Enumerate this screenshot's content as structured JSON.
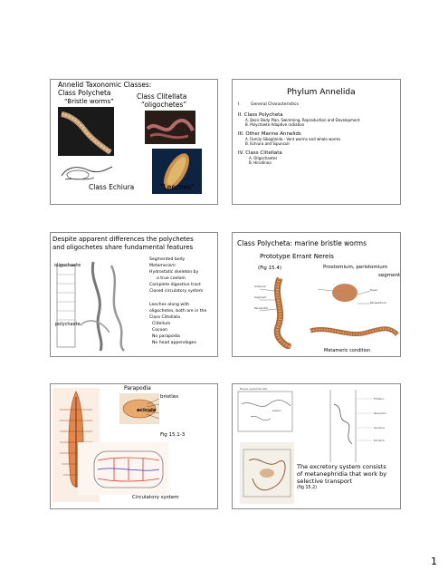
{
  "slide1": {
    "title": "Annelid Taxonomic Classes:",
    "polychaeta": "Class Polycheta",
    "polychaeta_common": "“Bristle worms”",
    "clitellata": "Class Clitellata",
    "clitellata_common": "“oligochetes”",
    "echiura": "Class Echiura",
    "leeches": "“Leeches”"
  },
  "slide2": {
    "title": "Phylum Annelida",
    "items": [
      {
        "numeral": "I.",
        "text": "General Characteristics"
      },
      {
        "numeral": "II.",
        "text": "Class Polycheta",
        "subs": [
          "A.   Basic Body Plan, Swimming, Reproduction and Development",
          "B. Polychaete Adaptive radiation"
        ]
      },
      {
        "numeral": "III.",
        "text": "Other Marine Annelids",
        "subs": [
          "A.   Family Siboglinida - Vent worms and whale worms",
          "B.   Echiura and Sipunculi"
        ]
      },
      {
        "numeral": "IV.",
        "text": "Class Clitellata",
        "subs": [
          "A. Oligochaetes",
          "B. Hirudinea"
        ]
      }
    ]
  },
  "slide3": {
    "title_line1": "Despite apparent differences the polychetes",
    "title_line2": "and oligochetes share fundamental features",
    "features": [
      "Segmented body",
      "Metamerism",
      "Hydrostatic skeleton by",
      "a true coelom",
      "Complete digestive tract",
      "Closed circulatory system"
    ],
    "leeches_text": [
      "Leeches along with",
      "oligochetes, both are in the",
      "Class Clitellata"
    ],
    "leech_features": [
      "Clitellum",
      "Cocoon",
      "No parapodia",
      "No head appendages"
    ],
    "label_oligochaete": "oligochaete",
    "label_polychaete": "polychaete"
  },
  "slide4": {
    "title": "Class Polycheta: marine bristle worms",
    "subtitle": "Prototype Errant Nereis",
    "fig": "(Fig 15.4)",
    "label_prostomium": "Prostomium, peristomium",
    "label_segment": "segment",
    "label_metameric": "Metameric condition"
  },
  "slide5": {
    "label_parapodia": "Parapodia",
    "label_bristles": "bristles",
    "label_acicula": "acicula",
    "fig": "Fig 15.1-3",
    "label_circulatory": "Circulatory system"
  },
  "slide6": {
    "text_line1": "The excretory system consists",
    "text_line2": "of metanephridia that work by",
    "text_line3": "selective transport",
    "fig": "(fig 15.2)"
  },
  "page_number": "1"
}
